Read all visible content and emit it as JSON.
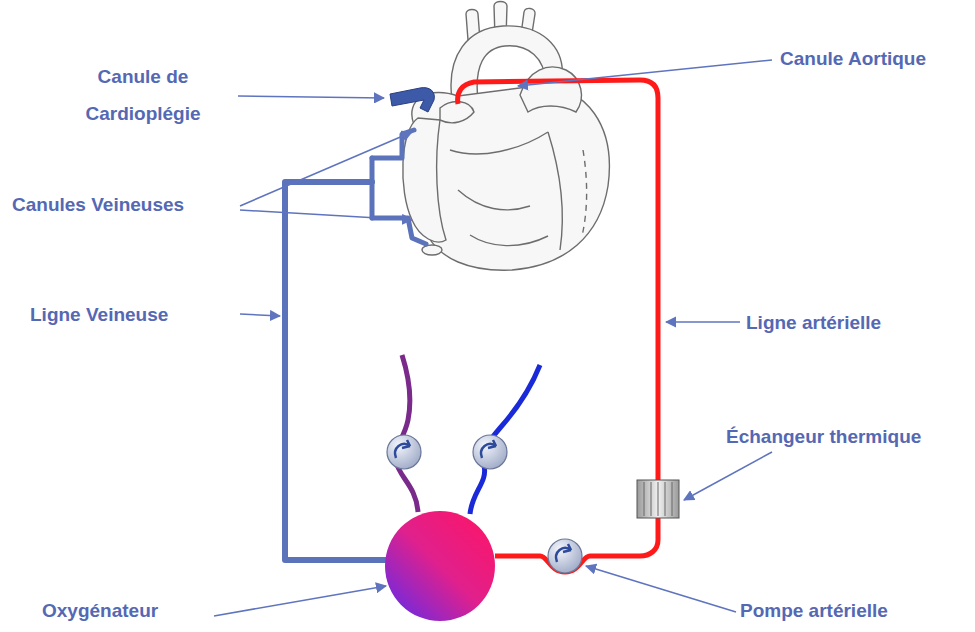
{
  "diagram": {
    "labels": [
      "Canule de Cardioplégie",
      "Canule Aortique",
      "Canules Veineuses",
      "Ligne Veineuse",
      "Ligne artérielle",
      "Échangeur thermique",
      "Oxygénateur",
      "Pompe artérielle"
    ]
  }
}
